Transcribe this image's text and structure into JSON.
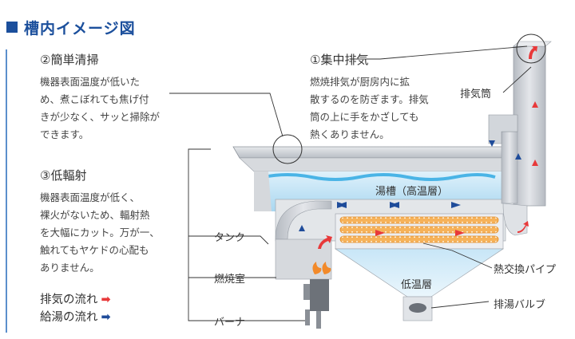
{
  "title": "槽内イメージ図",
  "sections": {
    "easy_clean": {
      "heading": "②簡単清掃",
      "lines": [
        "機器表面温度が低いた",
        "め、煮こぼれても焦げ付",
        "きが少なく、サッと掃除が",
        "できます。"
      ]
    },
    "low_radiation": {
      "heading": "③低輻射",
      "lines": [
        "機器表面温度が低く、",
        "裸火がないため、輻射熱",
        "を大幅にカット。万が一、",
        "触れてもヤケドの心配も",
        "ありません。"
      ]
    },
    "concentrated_exhaust": {
      "heading": "①集中排気",
      "lines": [
        "燃焼排気が厨房内に拡",
        "散するのを防ぎます。排気",
        "筒の上に手をかざしても",
        "熱くありません。"
      ]
    }
  },
  "legend": {
    "exhaust_flow": "排気の流れ",
    "hot_water_flow": "給湯の流れ"
  },
  "diagram_labels": {
    "exhaust_pipe": "排気筒",
    "tank": "湯槽（高温層）",
    "low_temp_layer": "低温層",
    "tank_wall": "タンク",
    "combustion_chamber": "燃焼室",
    "burner": "バーナ",
    "heat_exchange_pipe": "熱交換パイプ",
    "drain_valve": "排湯バルブ"
  },
  "colors": {
    "title_blue": "#1b4f9c",
    "exhaust_red": "#e8393a",
    "water_blue": "#1f4c9a",
    "heat_orange": "#f0922e",
    "metal_gray": "#c9cdd3"
  }
}
